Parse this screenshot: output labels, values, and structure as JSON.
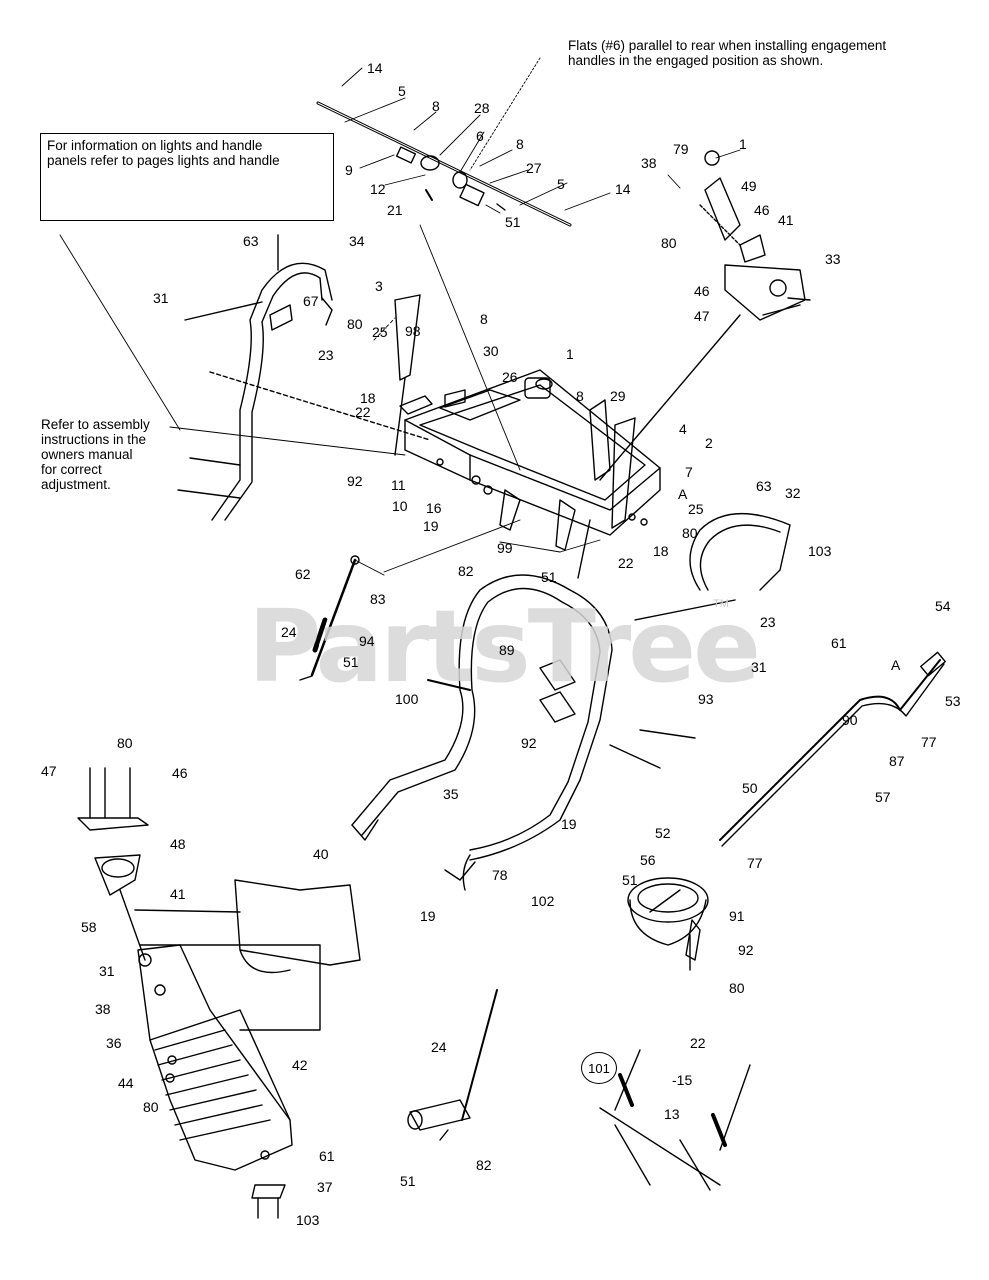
{
  "notes": {
    "flats": "Flats (#6) parallel to rear when installing engagement\nhandles in the engaged position as shown.",
    "info_box": "For information on lights and handle\npanels refer to pages lights and handle",
    "refer": "Refer to assembly\ninstructions in the\nowners manual\nfor correct\nadjustment."
  },
  "watermark": {
    "text": "PartsTree",
    "tm": "TM"
  },
  "detail_callout": "101",
  "part_labels": [
    {
      "id": "p14a",
      "text": "14"
    },
    {
      "id": "p5a",
      "text": "5"
    },
    {
      "id": "p8a",
      "text": "8"
    },
    {
      "id": "p28",
      "text": "28"
    },
    {
      "id": "p6",
      "text": "6"
    },
    {
      "id": "p8b",
      "text": "8"
    },
    {
      "id": "p27",
      "text": "27"
    },
    {
      "id": "p9",
      "text": "9"
    },
    {
      "id": "p12",
      "text": "12"
    },
    {
      "id": "p5b",
      "text": "5"
    },
    {
      "id": "p14b",
      "text": "14"
    },
    {
      "id": "p21",
      "text": "21"
    },
    {
      "id": "p51a",
      "text": "51"
    },
    {
      "id": "p1a",
      "text": "1"
    },
    {
      "id": "p38a",
      "text": "38"
    },
    {
      "id": "p79",
      "text": "79"
    },
    {
      "id": "p49",
      "text": "49"
    },
    {
      "id": "p46a",
      "text": "46"
    },
    {
      "id": "p41a",
      "text": "41"
    },
    {
      "id": "p80a",
      "text": "80"
    },
    {
      "id": "p33",
      "text": "33"
    },
    {
      "id": "p46b",
      "text": "46"
    },
    {
      "id": "p47a",
      "text": "47"
    },
    {
      "id": "p63a",
      "text": "63"
    },
    {
      "id": "p34",
      "text": "34"
    },
    {
      "id": "p31a",
      "text": "31"
    },
    {
      "id": "p67",
      "text": "67"
    },
    {
      "id": "p23a",
      "text": "23"
    },
    {
      "id": "p3",
      "text": "3"
    },
    {
      "id": "p80b",
      "text": "80"
    },
    {
      "id": "p25a",
      "text": "25"
    },
    {
      "id": "p98",
      "text": "98"
    },
    {
      "id": "p8c",
      "text": "8"
    },
    {
      "id": "p30",
      "text": "30"
    },
    {
      "id": "p1b",
      "text": "1"
    },
    {
      "id": "p18a",
      "text": "18"
    },
    {
      "id": "p22a",
      "text": "22"
    },
    {
      "id": "p26",
      "text": "26"
    },
    {
      "id": "p8d",
      "text": "8"
    },
    {
      "id": "p29",
      "text": "29"
    },
    {
      "id": "p4",
      "text": "4"
    },
    {
      "id": "p2",
      "text": "2"
    },
    {
      "id": "p7",
      "text": "7"
    },
    {
      "id": "pA1",
      "text": "A"
    },
    {
      "id": "p25b",
      "text": "25"
    },
    {
      "id": "p80c",
      "text": "80"
    },
    {
      "id": "p18b",
      "text": "18"
    },
    {
      "id": "p92a",
      "text": "92"
    },
    {
      "id": "p11",
      "text": "11"
    },
    {
      "id": "p10",
      "text": "10"
    },
    {
      "id": "p16",
      "text": "16"
    },
    {
      "id": "p19a",
      "text": "19"
    },
    {
      "id": "p63b",
      "text": "63"
    },
    {
      "id": "p32",
      "text": "32"
    },
    {
      "id": "p103a",
      "text": "103"
    },
    {
      "id": "p99",
      "text": "99"
    },
    {
      "id": "p22b",
      "text": "22"
    },
    {
      "id": "p82a",
      "text": "82"
    },
    {
      "id": "p51b",
      "text": "51"
    },
    {
      "id": "p62",
      "text": "62"
    },
    {
      "id": "p83",
      "text": "83"
    },
    {
      "id": "p23b",
      "text": "23"
    },
    {
      "id": "p31b",
      "text": "31"
    },
    {
      "id": "p24a",
      "text": "24"
    },
    {
      "id": "p94",
      "text": "94"
    },
    {
      "id": "p51c",
      "text": "51"
    },
    {
      "id": "p54",
      "text": "54"
    },
    {
      "id": "p61a",
      "text": "61"
    },
    {
      "id": "pA2",
      "text": "A"
    },
    {
      "id": "p53",
      "text": "53"
    },
    {
      "id": "p89",
      "text": "89"
    },
    {
      "id": "p93",
      "text": "93"
    },
    {
      "id": "p100",
      "text": "100"
    },
    {
      "id": "p90",
      "text": "90"
    },
    {
      "id": "p77a",
      "text": "77"
    },
    {
      "id": "p92b",
      "text": "92"
    },
    {
      "id": "p87",
      "text": "87"
    },
    {
      "id": "p80d",
      "text": "80"
    },
    {
      "id": "p47b",
      "text": "47"
    },
    {
      "id": "p46c",
      "text": "46"
    },
    {
      "id": "p35",
      "text": "35"
    },
    {
      "id": "p50",
      "text": "50"
    },
    {
      "id": "p57",
      "text": "57"
    },
    {
      "id": "p48",
      "text": "48"
    },
    {
      "id": "p19b",
      "text": "19"
    },
    {
      "id": "p52",
      "text": "52"
    },
    {
      "id": "p40",
      "text": "40"
    },
    {
      "id": "p78",
      "text": "78"
    },
    {
      "id": "p56",
      "text": "56"
    },
    {
      "id": "p77b",
      "text": "77"
    },
    {
      "id": "p41b",
      "text": "41"
    },
    {
      "id": "p51d",
      "text": "51"
    },
    {
      "id": "p19c",
      "text": "19"
    },
    {
      "id": "p102",
      "text": "102"
    },
    {
      "id": "p91",
      "text": "91"
    },
    {
      "id": "p58",
      "text": "58"
    },
    {
      "id": "p92c",
      "text": "92"
    },
    {
      "id": "p31c",
      "text": "31"
    },
    {
      "id": "p80e",
      "text": "80"
    },
    {
      "id": "p38b",
      "text": "38"
    },
    {
      "id": "p36",
      "text": "36"
    },
    {
      "id": "p24b",
      "text": "24"
    },
    {
      "id": "p22c",
      "text": "22"
    },
    {
      "id": "p42",
      "text": "42"
    },
    {
      "id": "p15",
      "text": "-15"
    },
    {
      "id": "p44",
      "text": "44"
    },
    {
      "id": "p13",
      "text": "13"
    },
    {
      "id": "p80f",
      "text": "80"
    },
    {
      "id": "p61b",
      "text": "61"
    },
    {
      "id": "p37",
      "text": "37"
    },
    {
      "id": "p51e",
      "text": "51"
    },
    {
      "id": "p82b",
      "text": "82"
    },
    {
      "id": "p103b",
      "text": "103"
    }
  ]
}
